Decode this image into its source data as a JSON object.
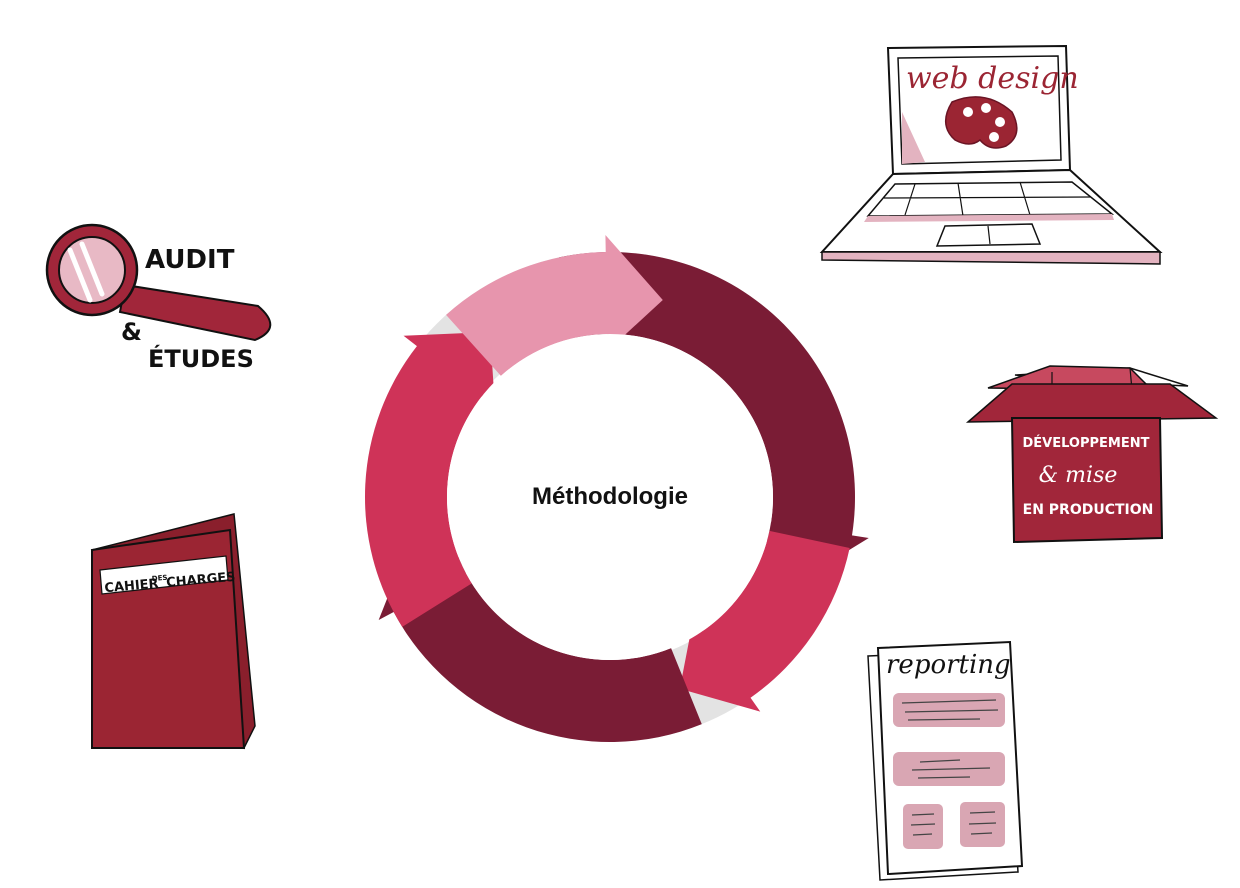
{
  "center_label": "Méthodologie",
  "colors": {
    "dark": "#7a1c35",
    "crimson": "#cf3358",
    "pink": "#e795ad",
    "ring_bg": "#e3e3e3",
    "book": "#9b2533",
    "box": "#a1263a",
    "pale": "#d9a6b3"
  },
  "steps": {
    "audit": {
      "line1": "AUDIT",
      "amp": "&",
      "line2": "ÉTUDES",
      "icon": "magnifier-icon"
    },
    "webdesign": {
      "label": "web design",
      "icon": "laptop-palette-icon"
    },
    "dev": {
      "line1": "DÉVELOPPEMENT",
      "line2": "& mise",
      "line3": "EN PRODUCTION",
      "icon": "open-box-icon"
    },
    "reporting": {
      "label": "reporting",
      "icon": "report-document-icon"
    },
    "cahier": {
      "part1": "CAHIER",
      "part2": "DES",
      "part3": "CHARGES",
      "icon": "book-icon"
    }
  }
}
